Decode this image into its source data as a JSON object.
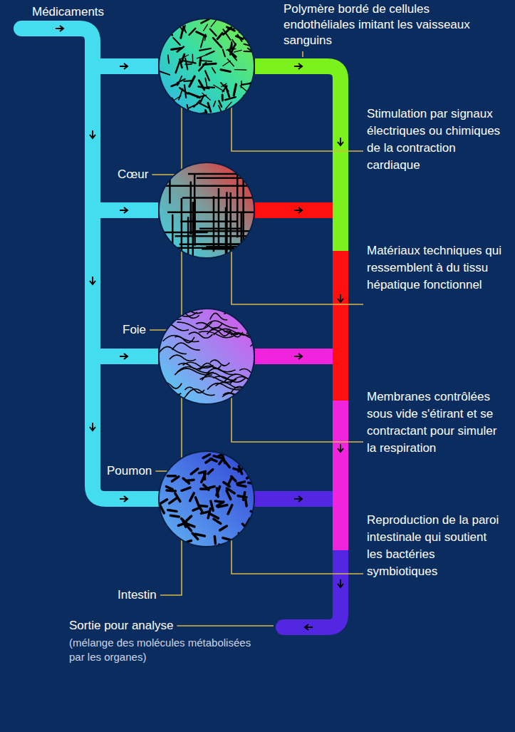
{
  "diagram": {
    "nodes": [
      {
        "text": [
          "Cœur"
        ]
      },
      {
        "text": [
          "Foie"
        ]
      },
      {
        "text": [
          "Poumon"
        ]
      },
      {
        "text": [
          "Intestin"
        ]
      }
    ],
    "labels": [
      "Médicaments",
      "Polymère bordé de cellules endothéliales imitant les vaisseaux sanguins",
      "Stimulation par signaux électriques ou chimiques de la contraction cardiaque",
      "Matériaux techniques qui ressemblent à du tissu hépatique fonctionnel",
      "Membranes contrôlées sous vide s'étirant et se contractant pour simuler la respiration",
      "Reproduction de la paroi intestinale qui soutient les bactéries symbiotiques",
      "Sortie pour analyse",
      "(mélange des molécules métabolisées par les organes)"
    ]
  }
}
